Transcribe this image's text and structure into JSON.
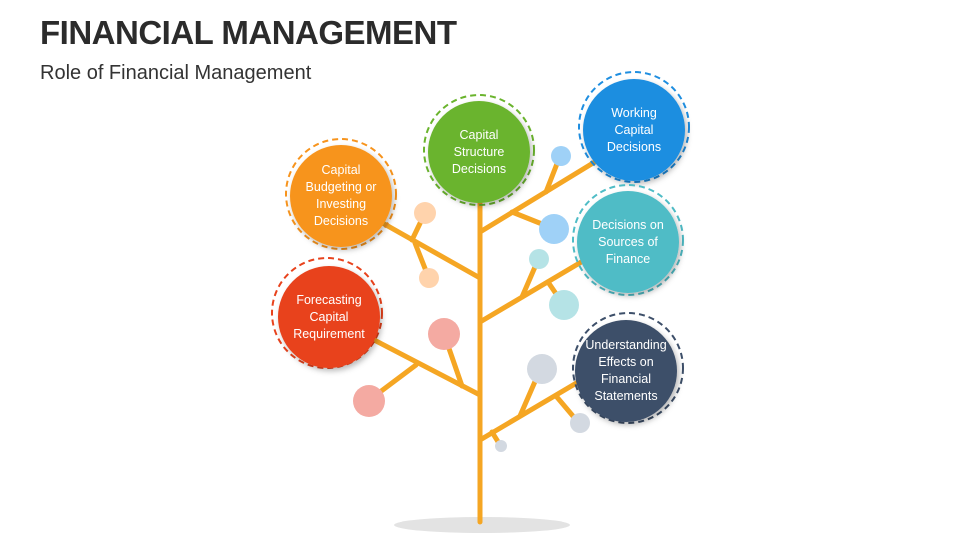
{
  "header": {
    "title": "FINANCIAL MANAGEMENT",
    "subtitle": "Role of Financial Management"
  },
  "colors": {
    "trunk": "#f5a623",
    "ground": "#e3e3e3",
    "capital_budgeting": "#f7941d",
    "capital_structure": "#6ab42d",
    "working_capital": "#1e8ee0",
    "sources_of_finance": "#4fbcc6",
    "forecasting": "#e8421c",
    "understanding_effects": "#3d4f69"
  },
  "nodes": {
    "capital_budgeting": "Capital Budgeting or Investing Decisions",
    "capital_structure": "Capital Structure Decisions",
    "working_capital": "Working Capital Decisions",
    "sources_of_finance": "Decisions on Sources of Finance",
    "forecasting": "Forecasting Capital Requirement",
    "understanding_effects": "Understanding Effects on Financial Statements"
  }
}
